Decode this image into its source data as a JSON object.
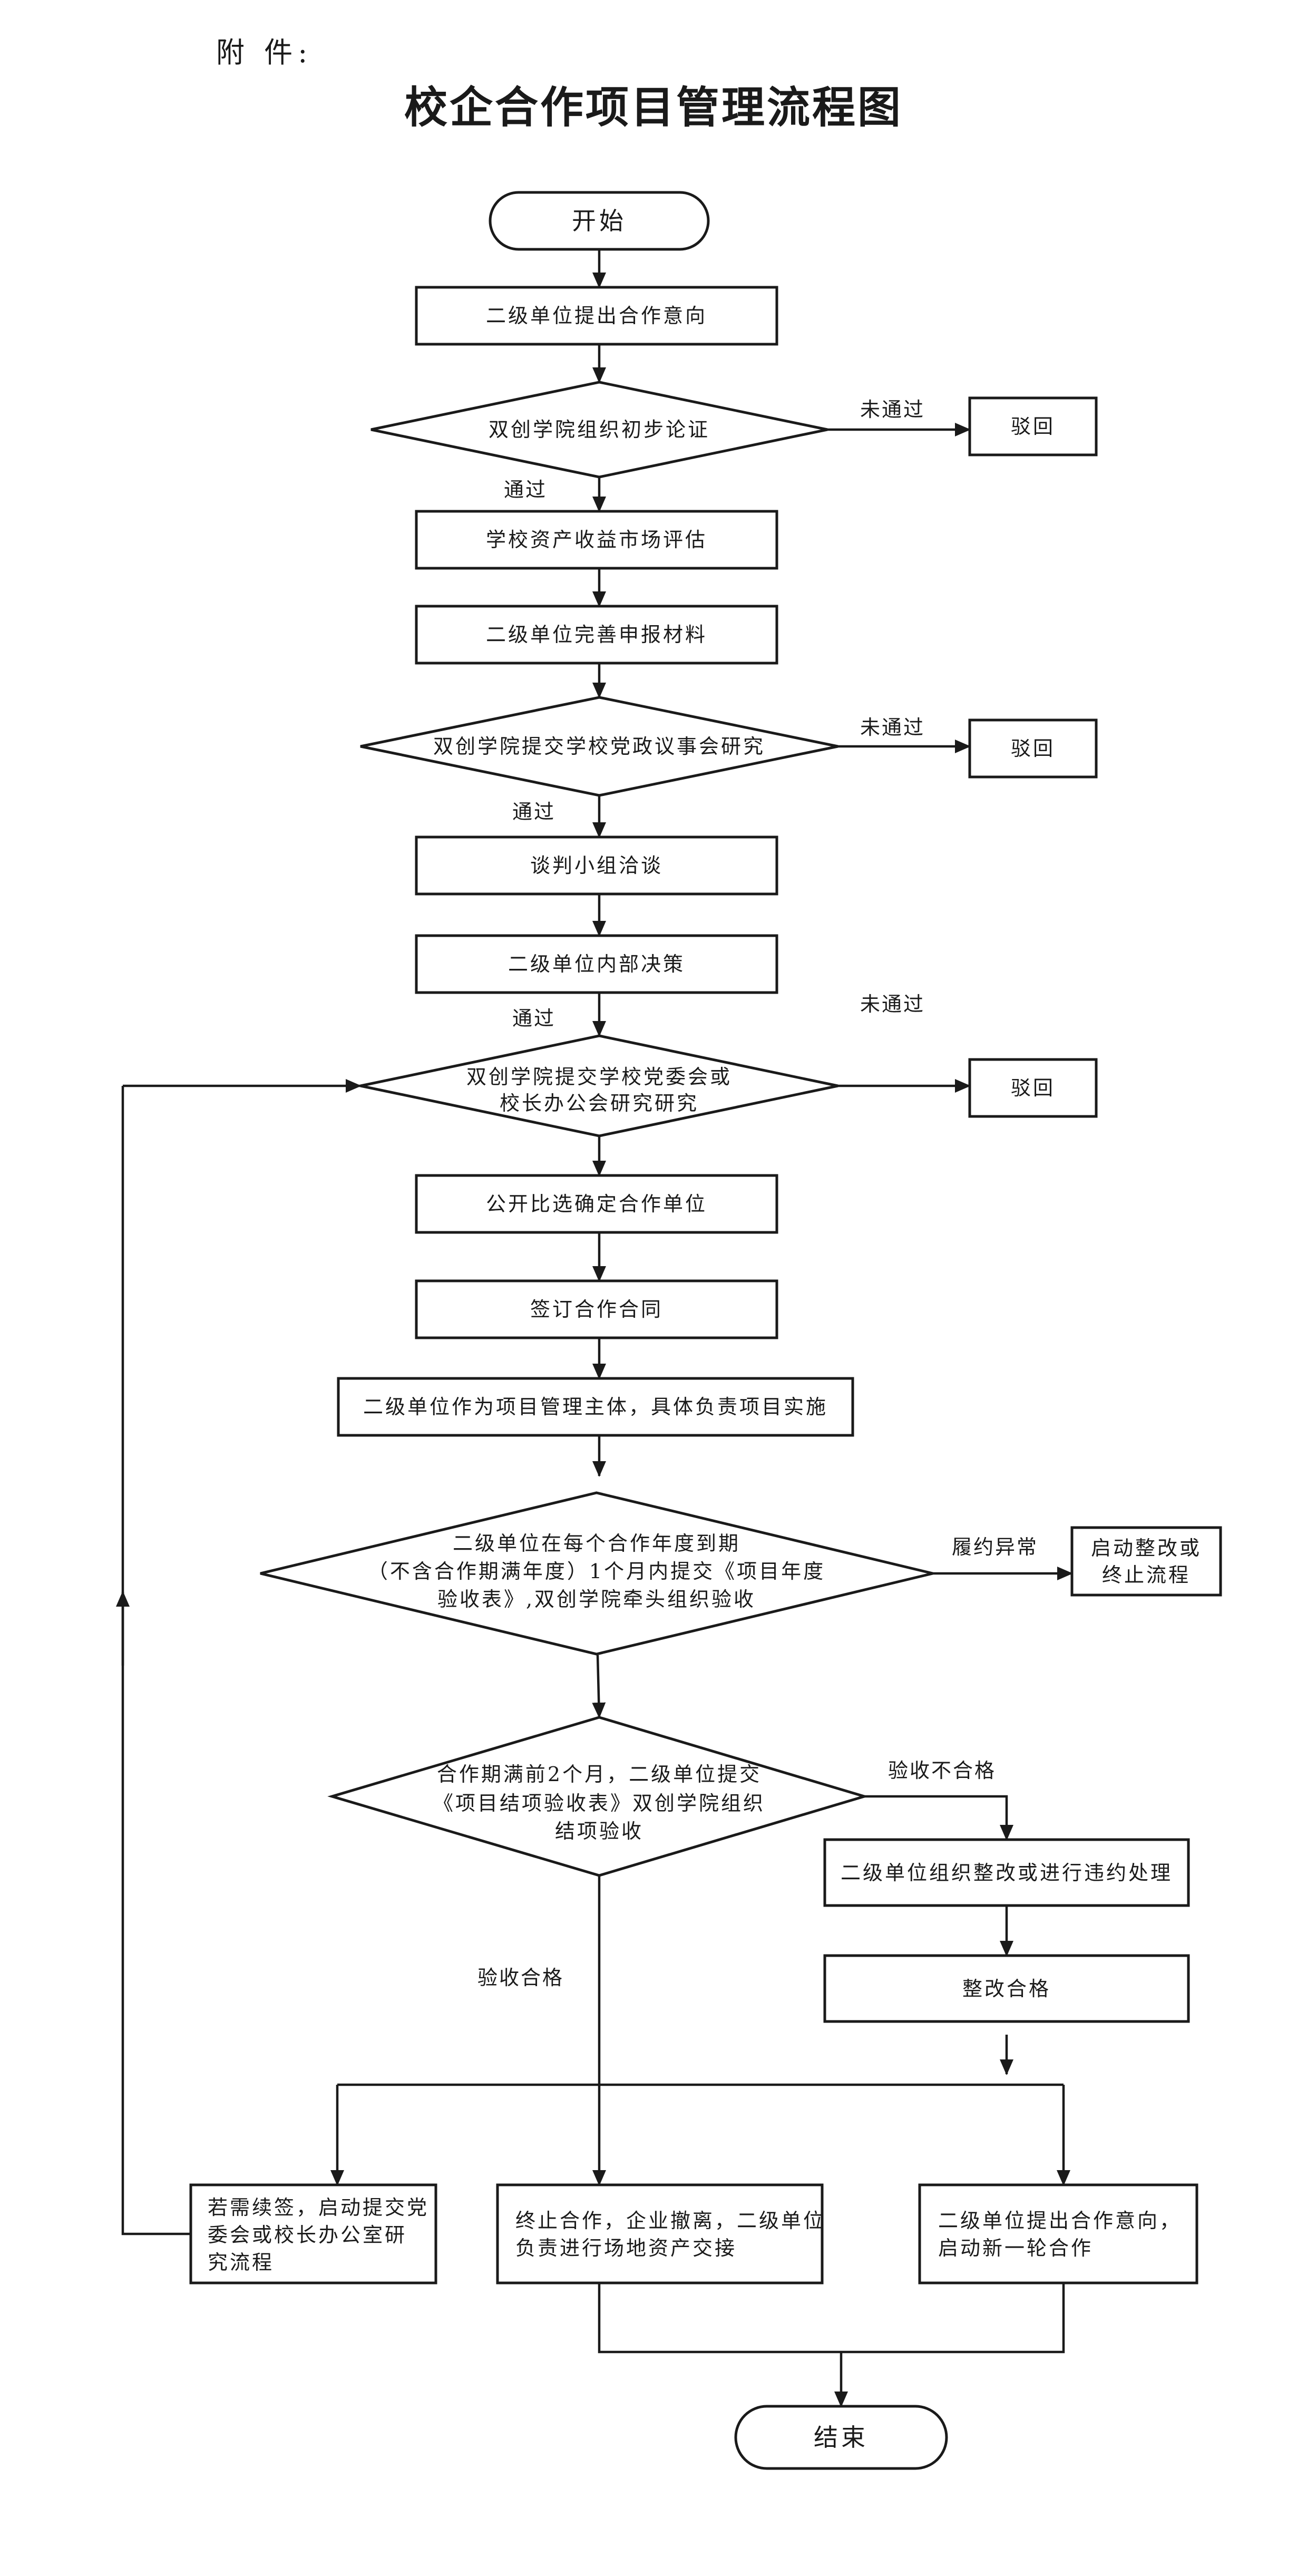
{
  "attachment_label": "附 件:",
  "title": "校企合作项目管理流程图",
  "nodes": {
    "start": "开始",
    "n1": "二级单位提出合作意向",
    "d1": "双创学院组织初步论证",
    "r1": "驳回",
    "n2": "学校资产收益市场评估",
    "n3": "二级单位完善申报材料",
    "d2": "双创学院提交学校党政议事会研究",
    "r2": "驳回",
    "n4": "谈判小组洽谈",
    "n5": "二级单位内部决策",
    "d3": [
      "双创学院提交学校党委会或",
      "校长办公会研究研究"
    ],
    "r3": "驳回",
    "n6": "公开比选确定合作单位",
    "n7": "签订合作合同",
    "n8": "二级单位作为项目管理主体，具体负责项目实施",
    "d4": [
      "二级单位在每个合作年度到期",
      "（不含合作期满年度）1个月内提交《项目年度",
      "验收表》,双创学院牵头组织验收"
    ],
    "n9": [
      "启动整改或",
      "终止流程"
    ],
    "d5": [
      "合作期满前2个月，二级单位提交",
      "《项目结项验收表》双创学院组织",
      "结项验收"
    ],
    "n10": "二级单位组织整改或进行违约处理",
    "n11": "整改合格",
    "b1": [
      "若需续签，启动提交党",
      "委会或校长办公室研",
      "究流程"
    ],
    "b2": [
      "终止合作，企业撤离，二级单位",
      "负责进行场地资产交接"
    ],
    "b3": [
      "二级单位提出合作意向，",
      "启动新一轮合作"
    ],
    "end": "结束"
  },
  "edge_labels": {
    "fail": "未通过",
    "pass": "通过",
    "abnormal": "履约异常",
    "acceptance_fail": "验收不合格",
    "acceptance_pass": "验收合格"
  },
  "colors": {
    "stroke": "#1a1a1a",
    "background": "#ffffff"
  }
}
